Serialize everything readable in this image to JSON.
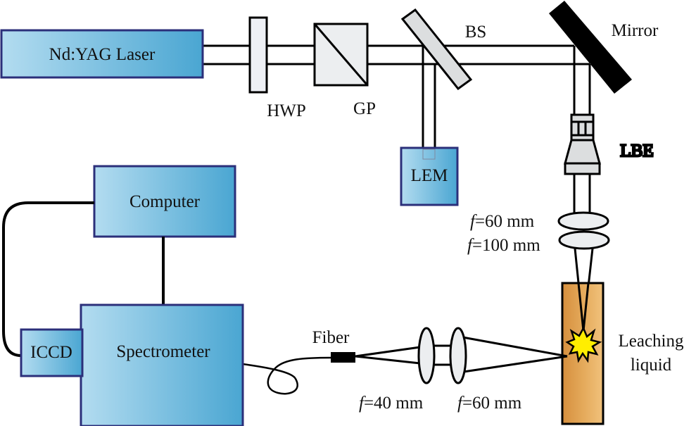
{
  "diagram": {
    "title": "LIBS experimental setup",
    "components": {
      "laser": "Nd:YAG Laser",
      "hwp": "HWP",
      "gp": "GP",
      "bs": "BS",
      "mirror": "Mirror",
      "lbe": "LBE",
      "lem": "LEM",
      "computer": "Computer",
      "spectrometer": "Spectrometer",
      "iccd": "ICCD",
      "fiber": "Fiber",
      "sample": "Leaching liquid"
    },
    "sample_lines": [
      "Leaching",
      "liquid"
    ],
    "lenses": {
      "focus_1": {
        "f_symbol": "f",
        "value": "=60 mm"
      },
      "focus_2": {
        "f_symbol": "f",
        "value": "=100 mm"
      },
      "collect_1": {
        "f_symbol": "f",
        "value": "=40 mm"
      },
      "collect_2": {
        "f_symbol": "f",
        "value": "=60 mm"
      }
    },
    "colors": {
      "box_fill_light": "#b3dcf0",
      "box_fill_dark": "#4aa6d2",
      "box_border": "#2b2f7a",
      "optic_fill": "#e6e8ea",
      "cuvette_light": "#d68f3e",
      "cuvette_dark": "#f1c27c",
      "plasma": "#ffee00",
      "line": "#000000"
    }
  }
}
